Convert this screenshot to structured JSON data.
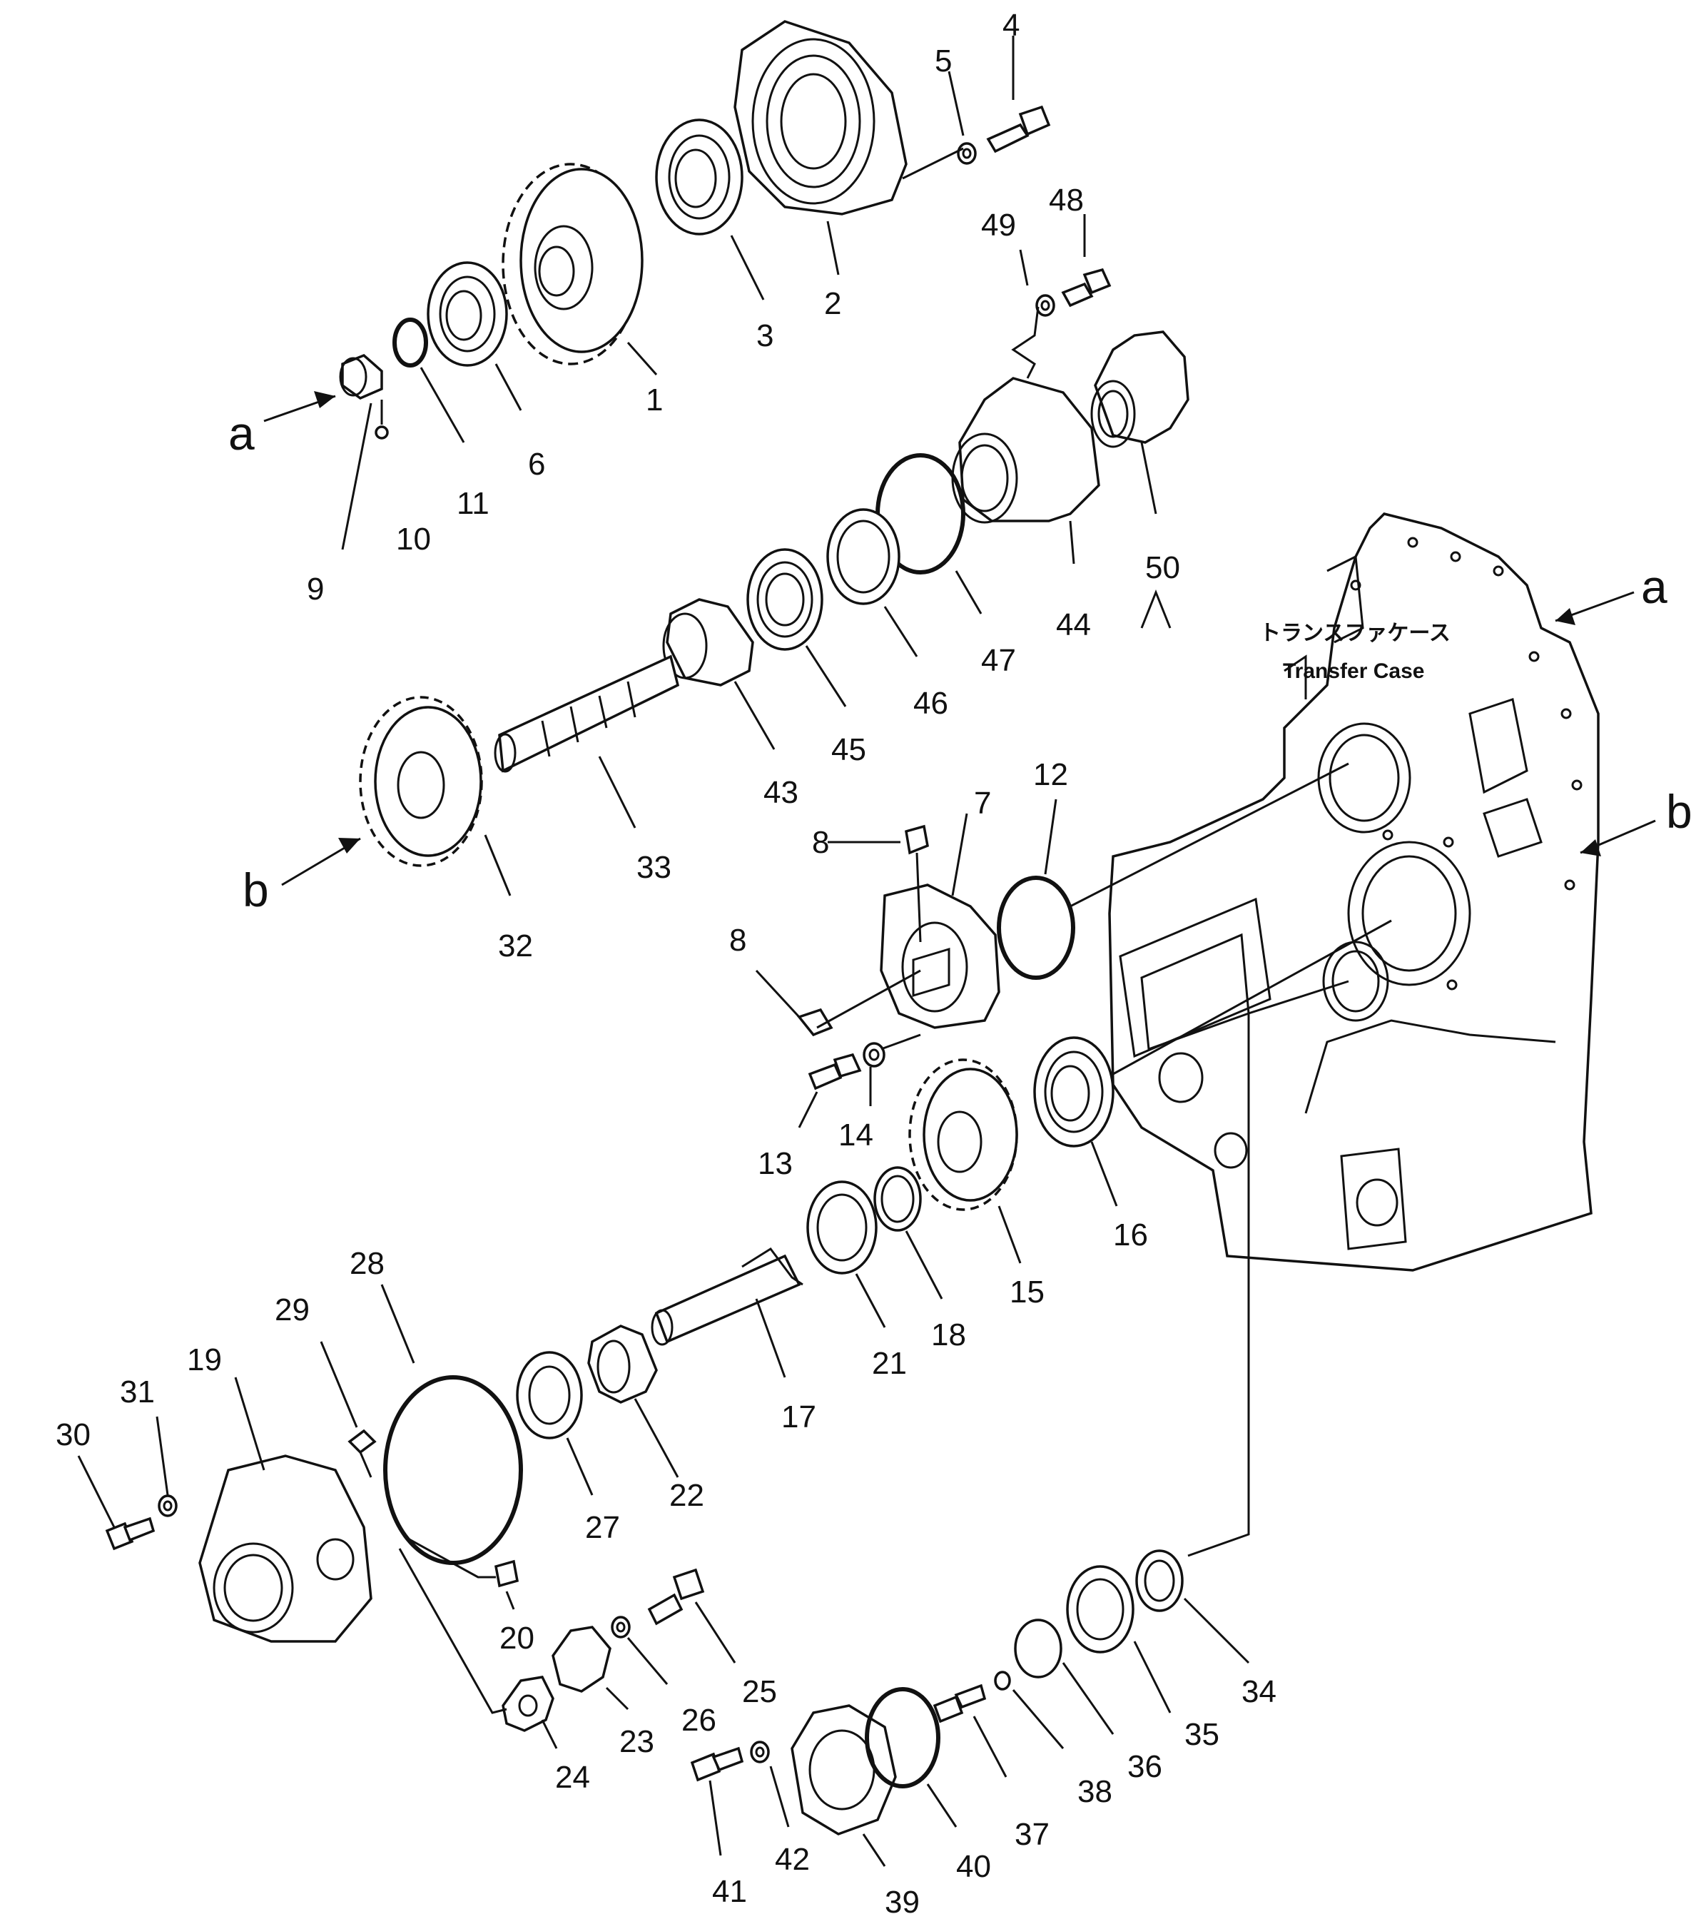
{
  "assembly": {
    "housing_label_jp": "トランスファケース",
    "housing_label_en": "Transfer Case"
  },
  "section_refs": [
    "a",
    "b"
  ],
  "part_numbers": [
    "1",
    "2",
    "3",
    "4",
    "5",
    "6",
    "7",
    "8",
    "9",
    "10",
    "11",
    "12",
    "13",
    "14",
    "15",
    "16",
    "17",
    "18",
    "19",
    "20",
    "21",
    "22",
    "23",
    "24",
    "25",
    "26",
    "27",
    "28",
    "29",
    "30",
    "31",
    "32",
    "33",
    "34",
    "35",
    "36",
    "37",
    "38",
    "39",
    "40",
    "41",
    "42",
    "43",
    "44",
    "45",
    "46",
    "47",
    "48",
    "49",
    "50"
  ],
  "colors": {
    "ink": "#111111",
    "paper": "#ffffff"
  }
}
